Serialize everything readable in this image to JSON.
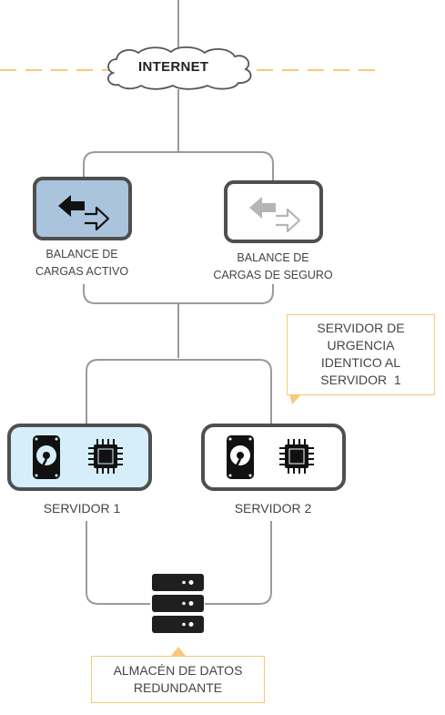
{
  "internet": {
    "label": "INTERNET"
  },
  "load_balancers": [
    {
      "label_line1": "BALANCE DE",
      "label_line2": "CARGAS ACTIVO",
      "status": "active",
      "fill": "#a9c4dc"
    },
    {
      "label_line1": "BALANCE DE",
      "label_line2": "CARGAS DE SEGURO",
      "status": "standby",
      "fill": "#ffffff"
    }
  ],
  "servers": [
    {
      "label": "SERVIDOR 1",
      "fill": "#d6eef9"
    },
    {
      "label": "SERVIDOR 2",
      "fill": "#ffffff"
    }
  ],
  "callout_server": {
    "lines": [
      "SERVIDOR DE",
      "URGENCIA",
      "IDENTICO AL",
      "SERVIDOR  1"
    ]
  },
  "callout_storage": {
    "lines": [
      "ALMACÉN DE DATOS",
      "REDUNDANTE"
    ]
  },
  "colors": {
    "line": "#9a9a9a",
    "box_border": "#555555",
    "accent": "#f7c979",
    "icon": "#222222"
  }
}
